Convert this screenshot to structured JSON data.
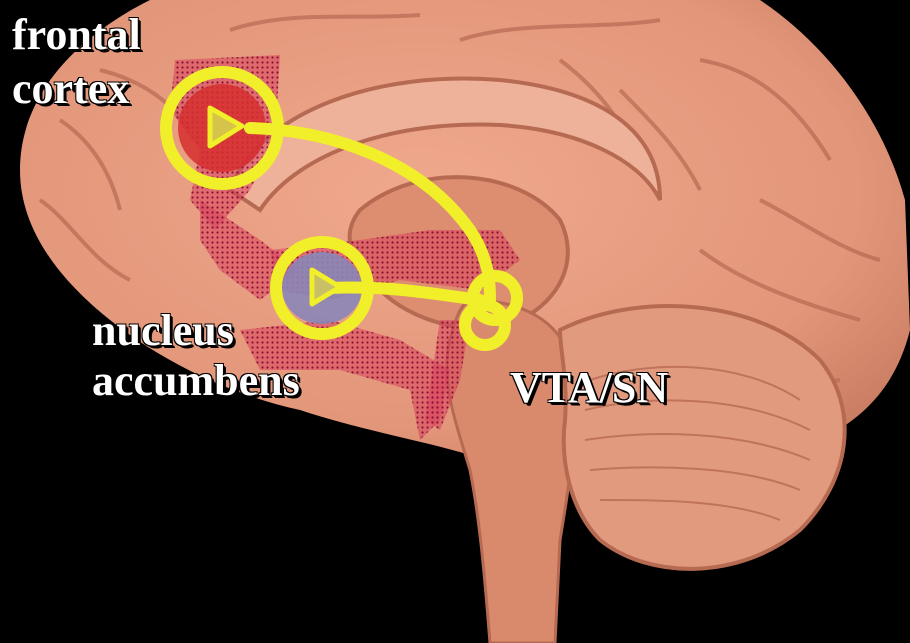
{
  "labels": {
    "frontal_cortex_line1": "frontal",
    "frontal_cortex_line2": "cortex",
    "nucleus_accumbens_line1": "nucleus",
    "nucleus_accumbens_line2": "accumbens",
    "vta_sn": "VTA/SN"
  },
  "colors": {
    "background": "#000000",
    "brain_tissue": "#e2967a",
    "brain_shadow": "#b76a52",
    "region_highlight": "#d9425f",
    "frontal_target": "#d62f2f",
    "accumbens_target": "#8a86b8",
    "pathway": "#f0ef2a",
    "label_text": "#ffffff"
  }
}
